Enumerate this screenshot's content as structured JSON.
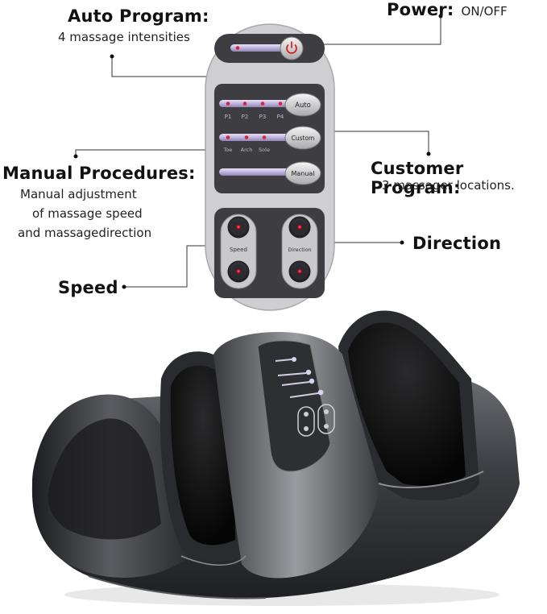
{
  "annotations": {
    "auto_program": {
      "title": "Auto Program:",
      "desc": "4 massage intensities"
    },
    "power": {
      "title": "Power:",
      "value": "ON/OFF"
    },
    "manual_procedures": {
      "title": "Manual Procedures:",
      "desc_lines": [
        "Manual adjustment",
        "of massage speed",
        "and massagedirection"
      ]
    },
    "customer_program": {
      "title": "Customer Program:",
      "desc": "3 massager locations."
    },
    "direction": {
      "title": "Direction"
    },
    "speed": {
      "title": "Speed"
    }
  },
  "panel": {
    "auto_button": "Auto",
    "custom_button": "Custom",
    "manual_button": "Manual",
    "auto_levels": [
      "P1",
      "P2",
      "P3",
      "P4"
    ],
    "custom_locations": [
      "Toe",
      "Arch",
      "Sole"
    ],
    "speed_label": "Speed",
    "direction_label": "Direction"
  },
  "colors": {
    "panel_outer": "#cfcfd2",
    "panel_inner": "#3d3d42",
    "indicator": "#e0203a",
    "device_body": "#3a3b3f"
  }
}
